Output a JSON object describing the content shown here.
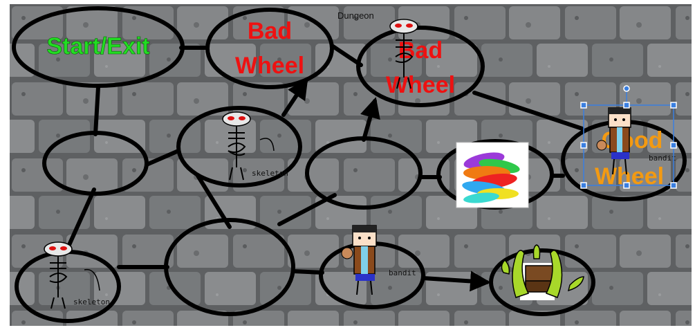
{
  "diagram": {
    "title": "Dungeon",
    "nodes": {
      "start": {
        "label": "Start/Exit",
        "color": "#22dd22"
      },
      "bad1": {
        "line1": "Bad",
        "line2": "Wheel",
        "color": "#ee1111"
      },
      "bad2": {
        "line1": "Bad",
        "line2": "Wheel",
        "color": "#ee1111"
      },
      "good": {
        "line1": "Good",
        "line2": "Wheel",
        "color": "#f39a12"
      }
    },
    "monsters": {
      "skeleton": "skeleton",
      "bandit": "bandit"
    },
    "colors": {
      "stroke": "#000000",
      "wall_dark": "#3d3f41",
      "wall_light": "#8a8c8e",
      "selection": "#3a7fe0"
    }
  }
}
